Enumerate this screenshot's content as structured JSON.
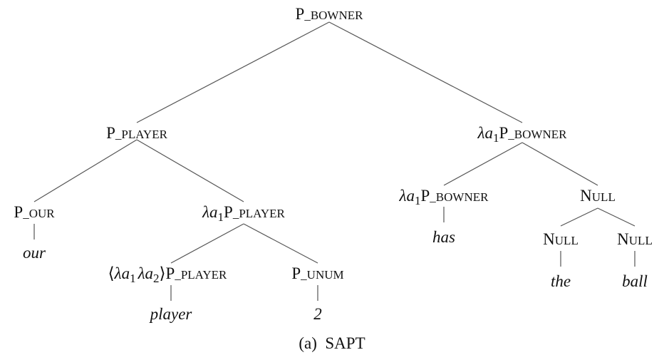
{
  "nodes": {
    "root": {
      "p": "P",
      "sep": "_",
      "rest": "BOWNER"
    },
    "player": {
      "p": "P",
      "sep": "_",
      "rest": "PLAYER"
    },
    "our": {
      "p": "P",
      "sep": "_",
      "rest": "OUR"
    },
    "our_word": "our",
    "lam_player": {
      "lambda": "λ",
      "a": "a",
      "sub": "1",
      "p": "P",
      "sep": "_",
      "rest": "PLAYER"
    },
    "lam2_player": {
      "open": "⟨",
      "lambda1": "λ",
      "a1": "a",
      "sub1": "1",
      "lambda2": "λ",
      "a2": "a",
      "sub2": "2",
      "close": "⟩",
      "p": "P",
      "sep": "_",
      "rest": "PLAYER"
    },
    "player_word": "player",
    "unum": {
      "p": "P",
      "sep": "_",
      "rest": "UNUM"
    },
    "unum_word": "2",
    "lam_bowner": {
      "lambda": "λ",
      "a": "a",
      "sub": "1",
      "p": "P",
      "sep": "_",
      "rest": "BOWNER"
    },
    "lam_bowner_child": {
      "lambda": "λ",
      "a": "a",
      "sub": "1",
      "p": "P",
      "sep": "_",
      "rest": "BOWNER"
    },
    "has_word": "has",
    "null_parent": {
      "n": "N",
      "rest": "ULL"
    },
    "null_left": {
      "n": "N",
      "rest": "ULL"
    },
    "the_word": "the",
    "null_right": {
      "n": "N",
      "rest": "ULL"
    },
    "ball_word": "ball"
  },
  "caption": "(a)  SAPT"
}
